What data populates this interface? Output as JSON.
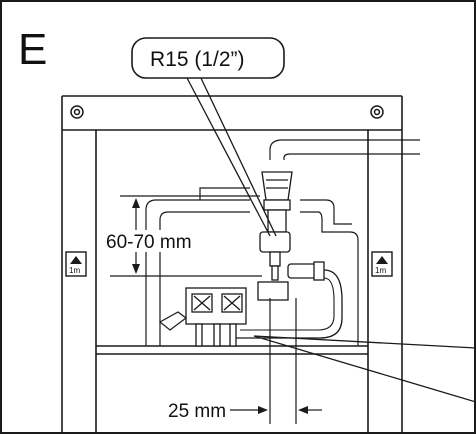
{
  "figure": {
    "section_letter": "E",
    "callout_label": "R15 (1/2”)",
    "vertical_dimension": "60-70 mm",
    "horizontal_dimension": "25 mm",
    "badge_text": "1m",
    "line_color": "#1a1a1a",
    "background": "#ffffff",
    "icons": [
      "screw-icon",
      "up-arrow-icon"
    ]
  }
}
